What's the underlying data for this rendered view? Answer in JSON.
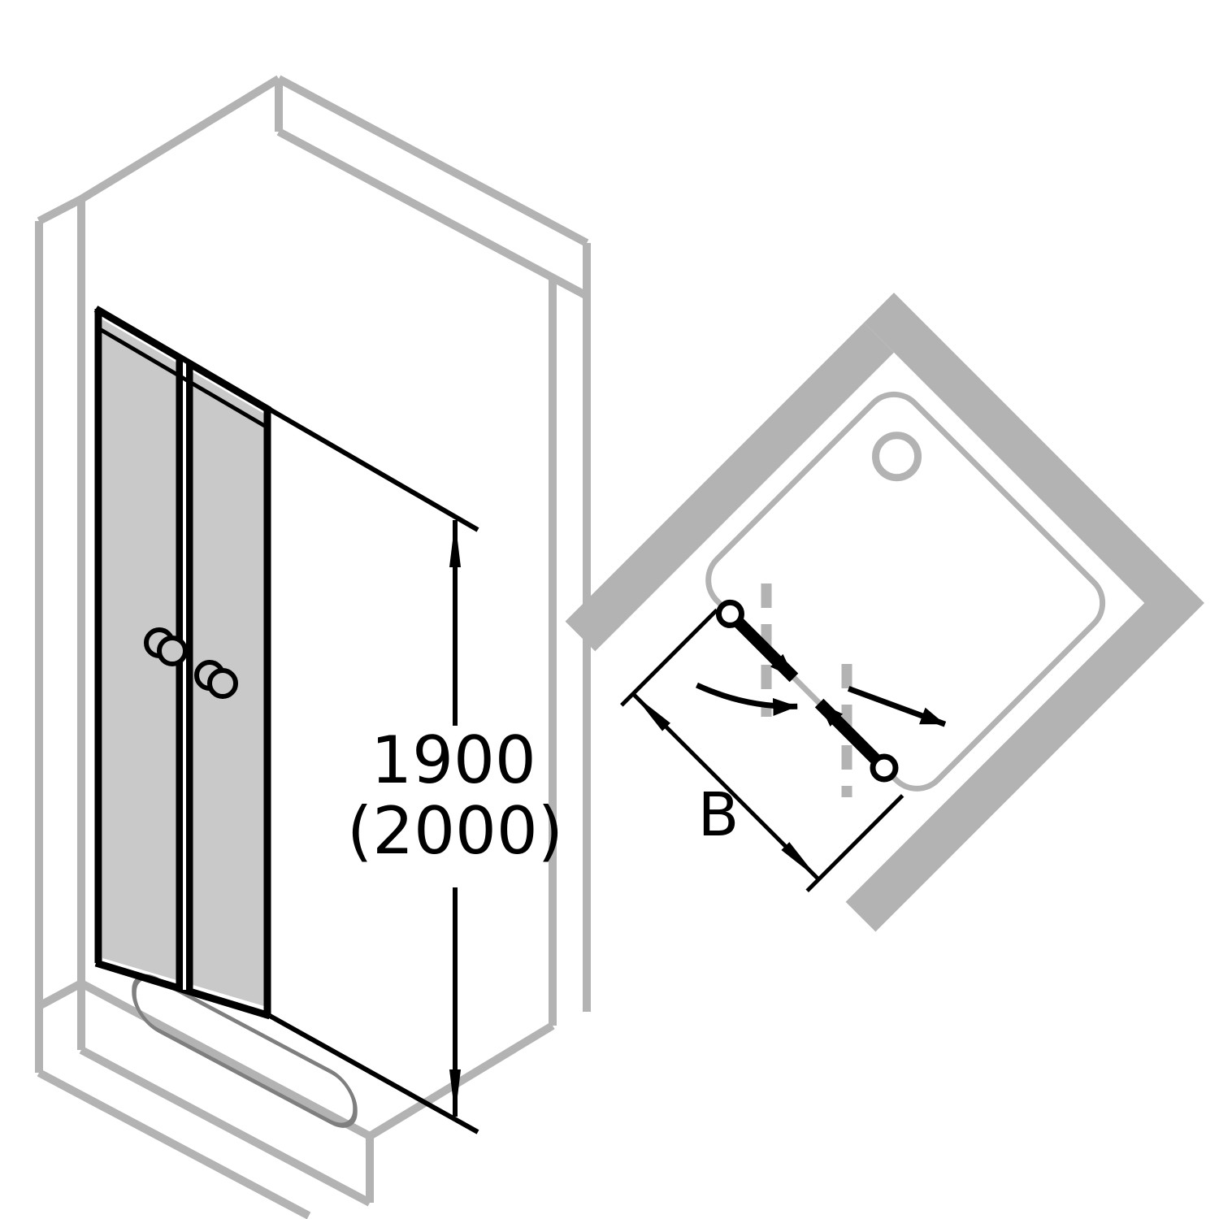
{
  "labels": {
    "height_primary": "1900",
    "height_secondary": "(2000)",
    "width": "B"
  },
  "colors": {
    "structure_gray": "#b3b3b3",
    "glass_gray": "#c9c9c9",
    "rim_gray": "#7f7f7f",
    "line_black": "#000000",
    "background": "#ffffff"
  }
}
